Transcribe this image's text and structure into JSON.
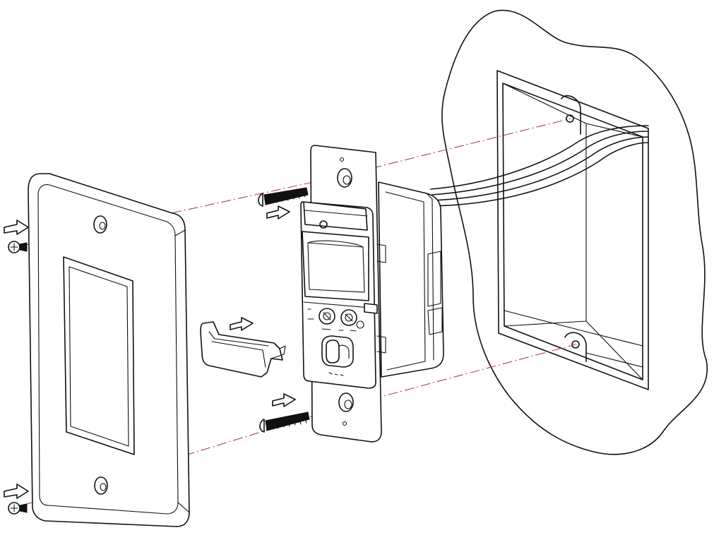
{
  "diagram": {
    "guide_line_color": "#b03030",
    "line_color": "#111111",
    "parts": {
      "wall_plate": "wall-plate",
      "sensor_switch": "occupancy-sensor-switch",
      "electrical_box": "electrical-box",
      "cover_clip": "adjustment-cover",
      "screws": "mounting-screws",
      "arrows": "direction-arrows"
    }
  }
}
